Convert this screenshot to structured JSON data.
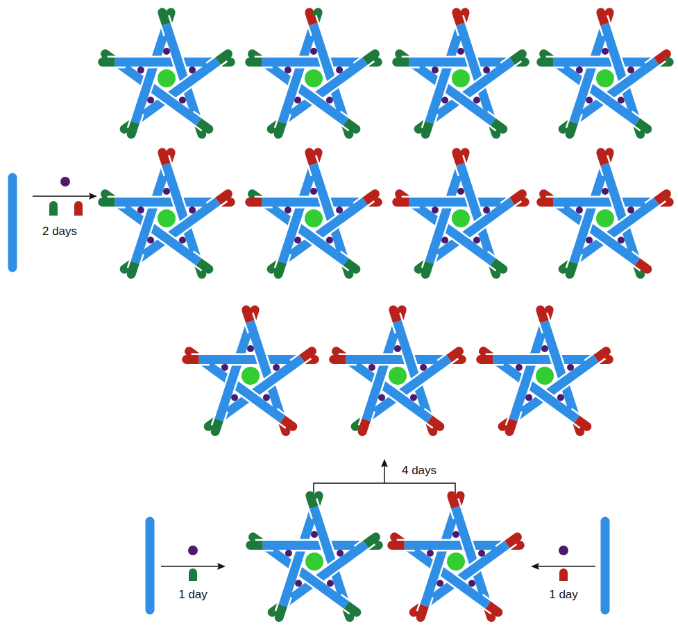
{
  "diagram": {
    "labels": [
      "2 days",
      "4 days",
      "1 day",
      "1 day"
    ]
  }
}
